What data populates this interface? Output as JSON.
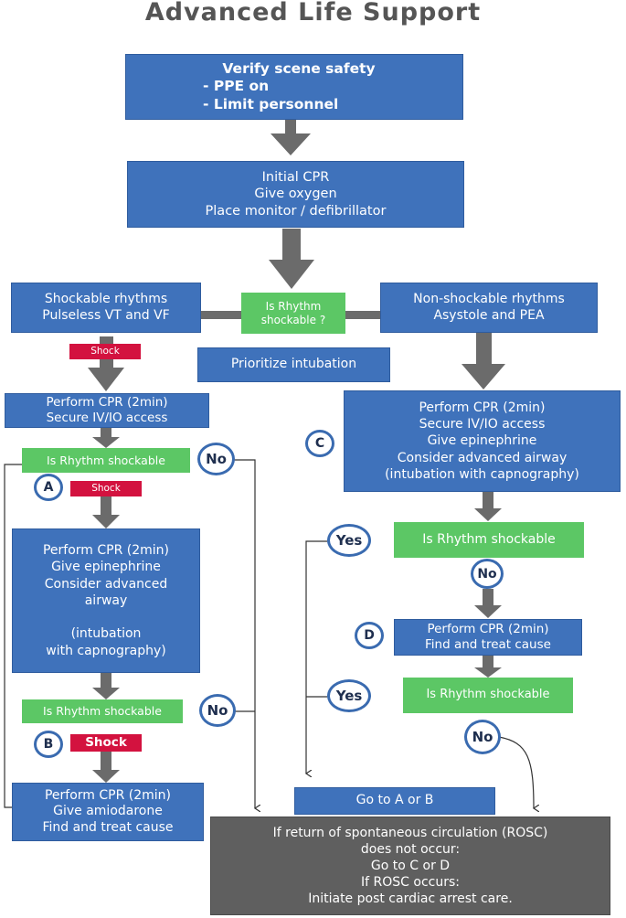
{
  "title": "Advanced Life Support",
  "verify": {
    "heading": "Verify scene safety",
    "items": [
      "- PPE on",
      "- Limit personnel"
    ]
  },
  "initial": [
    "Initial CPR",
    "Give oxygen",
    "Place monitor / defibrillator"
  ],
  "decision": {
    "line1": "Is Rhythm",
    "line2": "shockable ?"
  },
  "shockable": [
    "Shockable rhythms",
    "Pulseless VT and VF"
  ],
  "nonshockable": [
    "Non-shockable rhythms",
    "Asystole and PEA"
  ],
  "prioritize": "Prioritize intubation",
  "left": {
    "shock1": "Shock",
    "cpr1": [
      "Perform CPR (2min)",
      "Secure IV/IO access"
    ],
    "check1": "Is Rhythm shockable",
    "no1": "No",
    "marker_a": "A",
    "shock2": "Shock",
    "cpr2": [
      "Perform CPR (2min)",
      "Give epinephrine",
      "Consider advanced",
      "airway",
      "",
      "(intubation",
      "with capnography)"
    ],
    "check2": "Is Rhythm shockable",
    "no2": "No",
    "marker_b": "B",
    "shock3": "Shock",
    "cpr3": [
      "Perform CPR (2min)",
      "Give amiodarone",
      "Find and treat cause"
    ]
  },
  "right": {
    "marker_c": "C",
    "cpr1": [
      "Perform CPR (2min)",
      "Secure IV/IO access",
      "Give epinephrine",
      "Consider advanced airway",
      "(intubation with capnography)"
    ],
    "yes1": "Yes",
    "check1": "Is Rhythm shockable",
    "no1": "No",
    "marker_d": "D",
    "cpr2": [
      "Perform CPR (2min)",
      "Find and treat cause"
    ],
    "yes2": "Yes",
    "check2": "Is Rhythm shockable",
    "no2": "No"
  },
  "goto": "Go to A or B",
  "final": [
    "If return of spontaneous circulation (ROSC)",
    "does not occur:",
    "Go to C or D",
    "If ROSC occurs:",
    "Initiate post cardiac arrest care."
  ],
  "colors": {
    "blue": "#3f72bb",
    "green": "#5cc765",
    "red": "#d3123f",
    "gray": "#5f5f5f",
    "arrow": "#6b6b6b"
  }
}
